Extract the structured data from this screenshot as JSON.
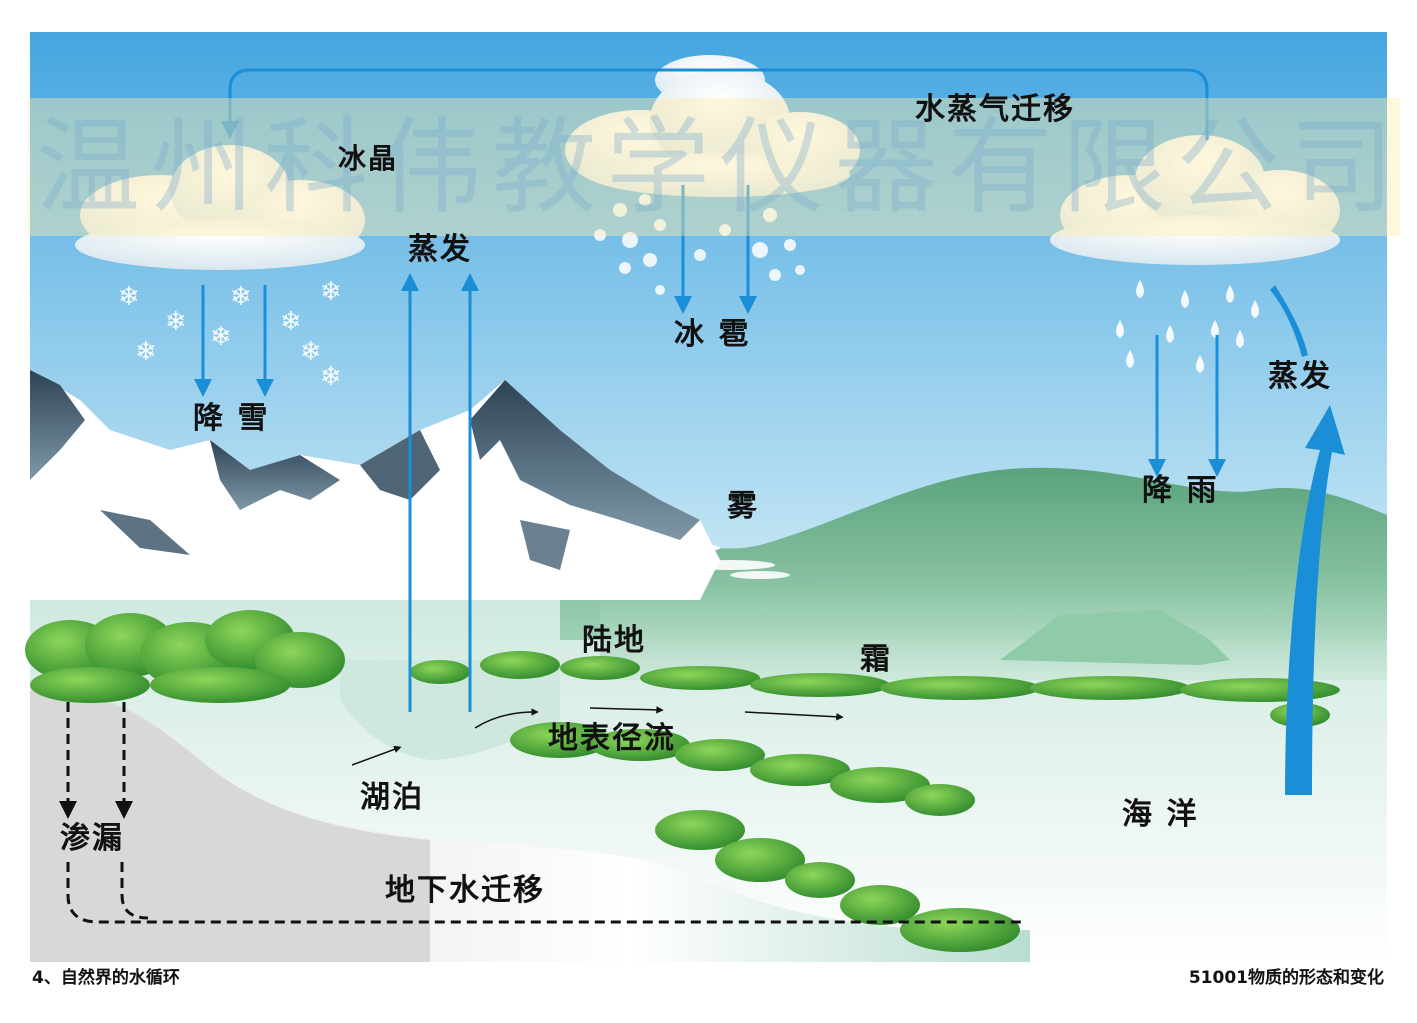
{
  "diagram": {
    "labels": {
      "vapor_transport": "水蒸气迁移",
      "ice_crystal": "冰晶",
      "evaporation_land": "蒸发",
      "hail": "冰 雹",
      "evaporation_ocean": "蒸发",
      "snowfall": "降 雪",
      "rainfall": "降 雨",
      "fog": "雾",
      "land": "陆地",
      "frost": "霜",
      "surface_runoff": "地表径流",
      "lake": "湖泊",
      "seepage": "渗漏",
      "ocean": "海 洋",
      "groundwater": "地下水迁移"
    },
    "colors": {
      "arrow": "#1a8fd8",
      "sky_top": "#4aa8df",
      "mountain_dark": "#3c5466",
      "hill_green": "#5ea883",
      "vegetation": "#5cae3a"
    }
  },
  "watermark": "温州科伟教学仪器有限公司",
  "footer": {
    "left": "4、自然界的水循环",
    "right": "51001物质的形态和变化"
  }
}
